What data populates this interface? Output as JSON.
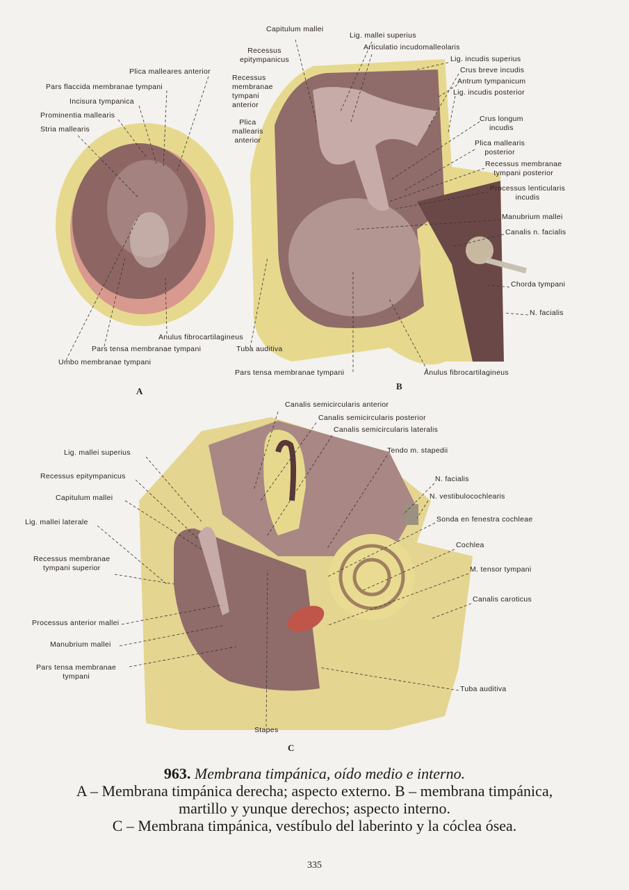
{
  "figure_a": {
    "letter": "A",
    "labels": [
      "Plica malleares anterior",
      "Pars flaccida membranae tympani",
      "Incisura tympanica",
      "Prominentia mallearis",
      "Stria mallearis",
      "Anulus fibrocartilagineus",
      "Pars tensa membranae tympani",
      "Umbo membranae tympani"
    ]
  },
  "figure_b": {
    "letter": "B",
    "labels": [
      "Capitulum mallei",
      "Lig. mallei superius",
      "Articulatio incudomalleolaris",
      "Recessus\nepitympanicus",
      "Recessus\nmembranae\ntympani\nanterior",
      "Plica\nmallearis\nanterior",
      "Lig. incudis superius",
      "Crus breve incudis",
      "Antrum tympanicum",
      "Lig. incudis posterior",
      "Crus longum\nincudis",
      "Plica mallearis\nposterior",
      "Recessus membranae\ntympani posterior",
      "Processus lenticularis\nincudis",
      "Manubrium mallei",
      "Canalis n. facialis",
      "Chorda tympani",
      "N. facialis",
      "Tuba auditiva",
      "Pars tensa membranae tympani",
      "Anulus fibrocartilagineus"
    ]
  },
  "figure_c": {
    "letter": "C",
    "labels": [
      "Canalis semicircularis anterior",
      "Canalis semicircularis posterior",
      "Canalis semicircularis lateralis",
      "Tendo m. stapedii",
      "Lig. mallei superius",
      "Recessus epitympanicus",
      "N. facialis",
      "Capitulum mallei",
      "N. vestibulocochlearis",
      "Lig. mallei laterale",
      "Sonda en fenestra cochleae",
      "Cochlea",
      "Recessus membranae\ntympani superior",
      "M. tensor tympani",
      "Canalis caroticus",
      "Processus anterior mallei",
      "Manubrium mallei",
      "Pars tensa membranae\ntympani",
      "Tuba auditiva",
      "Stapes"
    ]
  },
  "caption": {
    "number": "963.",
    "title": "Membrana timpánica, oído medio e interno.",
    "line2": "A – Membrana timpánica derecha; aspecto externo. B – membrana timpánica,",
    "line3": "martillo y yunque derechos; aspecto interno.",
    "line4": "C – Membrana timpánica, vestíbulo del laberinto y la cóclea ósea."
  },
  "page_number": "335",
  "colors": {
    "bone": "#e9dc92",
    "tissue": "#a98784",
    "dark": "#5a3838",
    "page": "#f4f2ee"
  }
}
